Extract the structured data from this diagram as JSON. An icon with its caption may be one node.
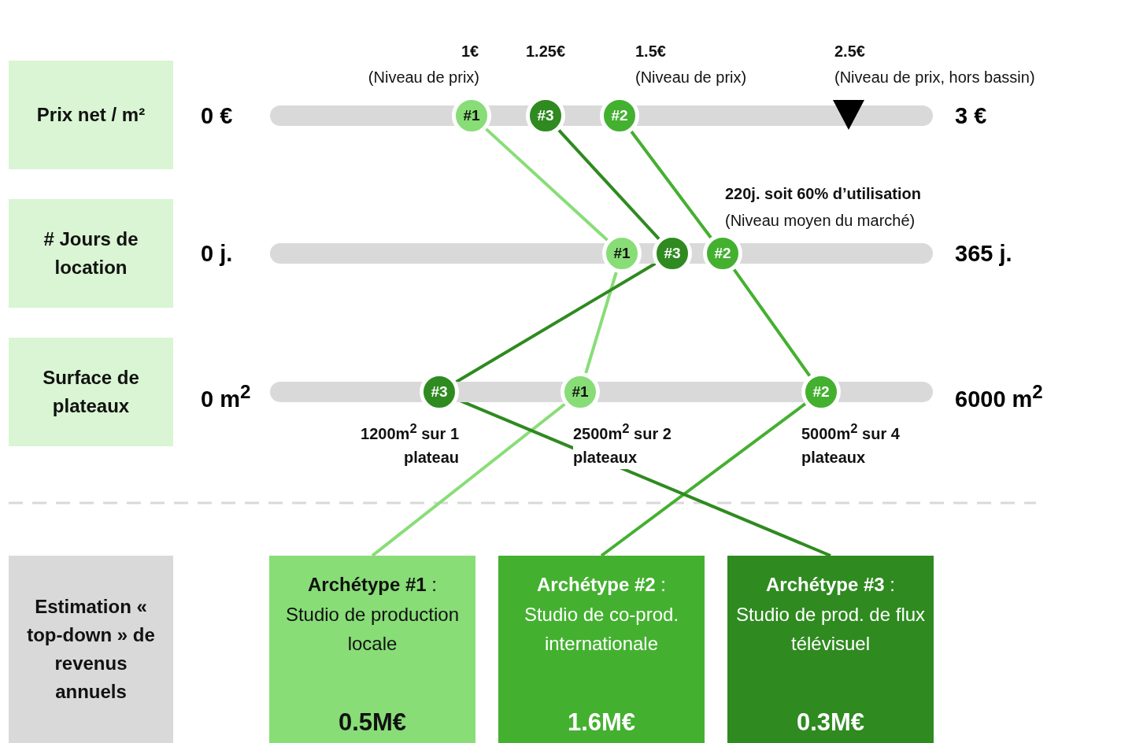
{
  "diagram": {
    "nodes": [
      {
        "text": [
          "Prix net / m²"
        ]
      },
      {
        "text": [
          "# Jours de location"
        ]
      },
      {
        "text": [
          "Surface de plateaux"
        ]
      },
      {
        "text": [
          "Estimation « top-down » de revenus annuels"
        ]
      },
      {
        "text": [
          "#1"
        ],
        "beside": [
          "1€",
          "(Niveau de prix)"
        ]
      },
      {
        "text": [
          "#3"
        ],
        "beside": [
          "1.25€"
        ]
      },
      {
        "text": [
          "#2"
        ],
        "beside": [
          "1.5€",
          "(Niveau de prix)"
        ]
      },
      {
        "text": [],
        "shape": "triangle",
        "beside": [
          "2.5€",
          "(Niveau de prix, hors bassin)"
        ]
      },
      {
        "text": [
          "#1"
        ]
      },
      {
        "text": [
          "#3"
        ]
      },
      {
        "text": [
          "#2"
        ],
        "beside": [
          "220j. soit 60% d’utilisation",
          "(Niveau moyen du marché)"
        ]
      },
      {
        "text": [
          "#3"
        ],
        "beside": [
          "1200m$^{2}$ sur 1 plateau"
        ]
      },
      {
        "text": [
          "#1"
        ],
        "beside": [
          "2500m$^{2}$ sur 2 plateaux"
        ]
      },
      {
        "text": [
          "#2"
        ],
        "beside": [
          "5000m$^{2}$ sur 4 plateaux"
        ]
      },
      {
        "text": [
          "**Archétype #1** :",
          "Studio de production locale",
          "0.5M€"
        ]
      },
      {
        "text": [
          "**Archétype #2** :",
          "Studio de co-prod. internationale",
          "1.6M€"
        ]
      },
      {
        "text": [
          "**Archétype #3** :",
          "Studio de prod. de flux télévisuel",
          "0.3M€"
        ]
      }
    ],
    "edges": [
      {
        "from": 4,
        "to": 8,
        "arrow": "none",
        "color": "#88dd77"
      },
      {
        "from": 5,
        "to": 9,
        "arrow": "none",
        "color": "#2f8a20"
      },
      {
        "from": 6,
        "to": 10,
        "arrow": "none",
        "color": "#44b030"
      },
      {
        "from": 8,
        "to": 12,
        "arrow": "none",
        "color": "#88dd77"
      },
      {
        "from": 9,
        "to": 11,
        "arrow": "none",
        "color": "#2f8a20"
      },
      {
        "from": 10,
        "to": 13,
        "arrow": "none",
        "color": "#44b030"
      },
      {
        "from": 12,
        "to": 14,
        "arrow": "none",
        "color": "#88dd77"
      },
      {
        "from": 13,
        "to": 15,
        "arrow": "none",
        "color": "#44b030"
      },
      {
        "from": 11,
        "to": 16,
        "arrow": "none",
        "color": "#2f8a20"
      }
    ],
    "labels": [
      "0 €",
      "3 €",
      "0 j.",
      "365 j.",
      "0 m$^{2}$",
      "6000 m$^{2}$"
    ]
  }
}
